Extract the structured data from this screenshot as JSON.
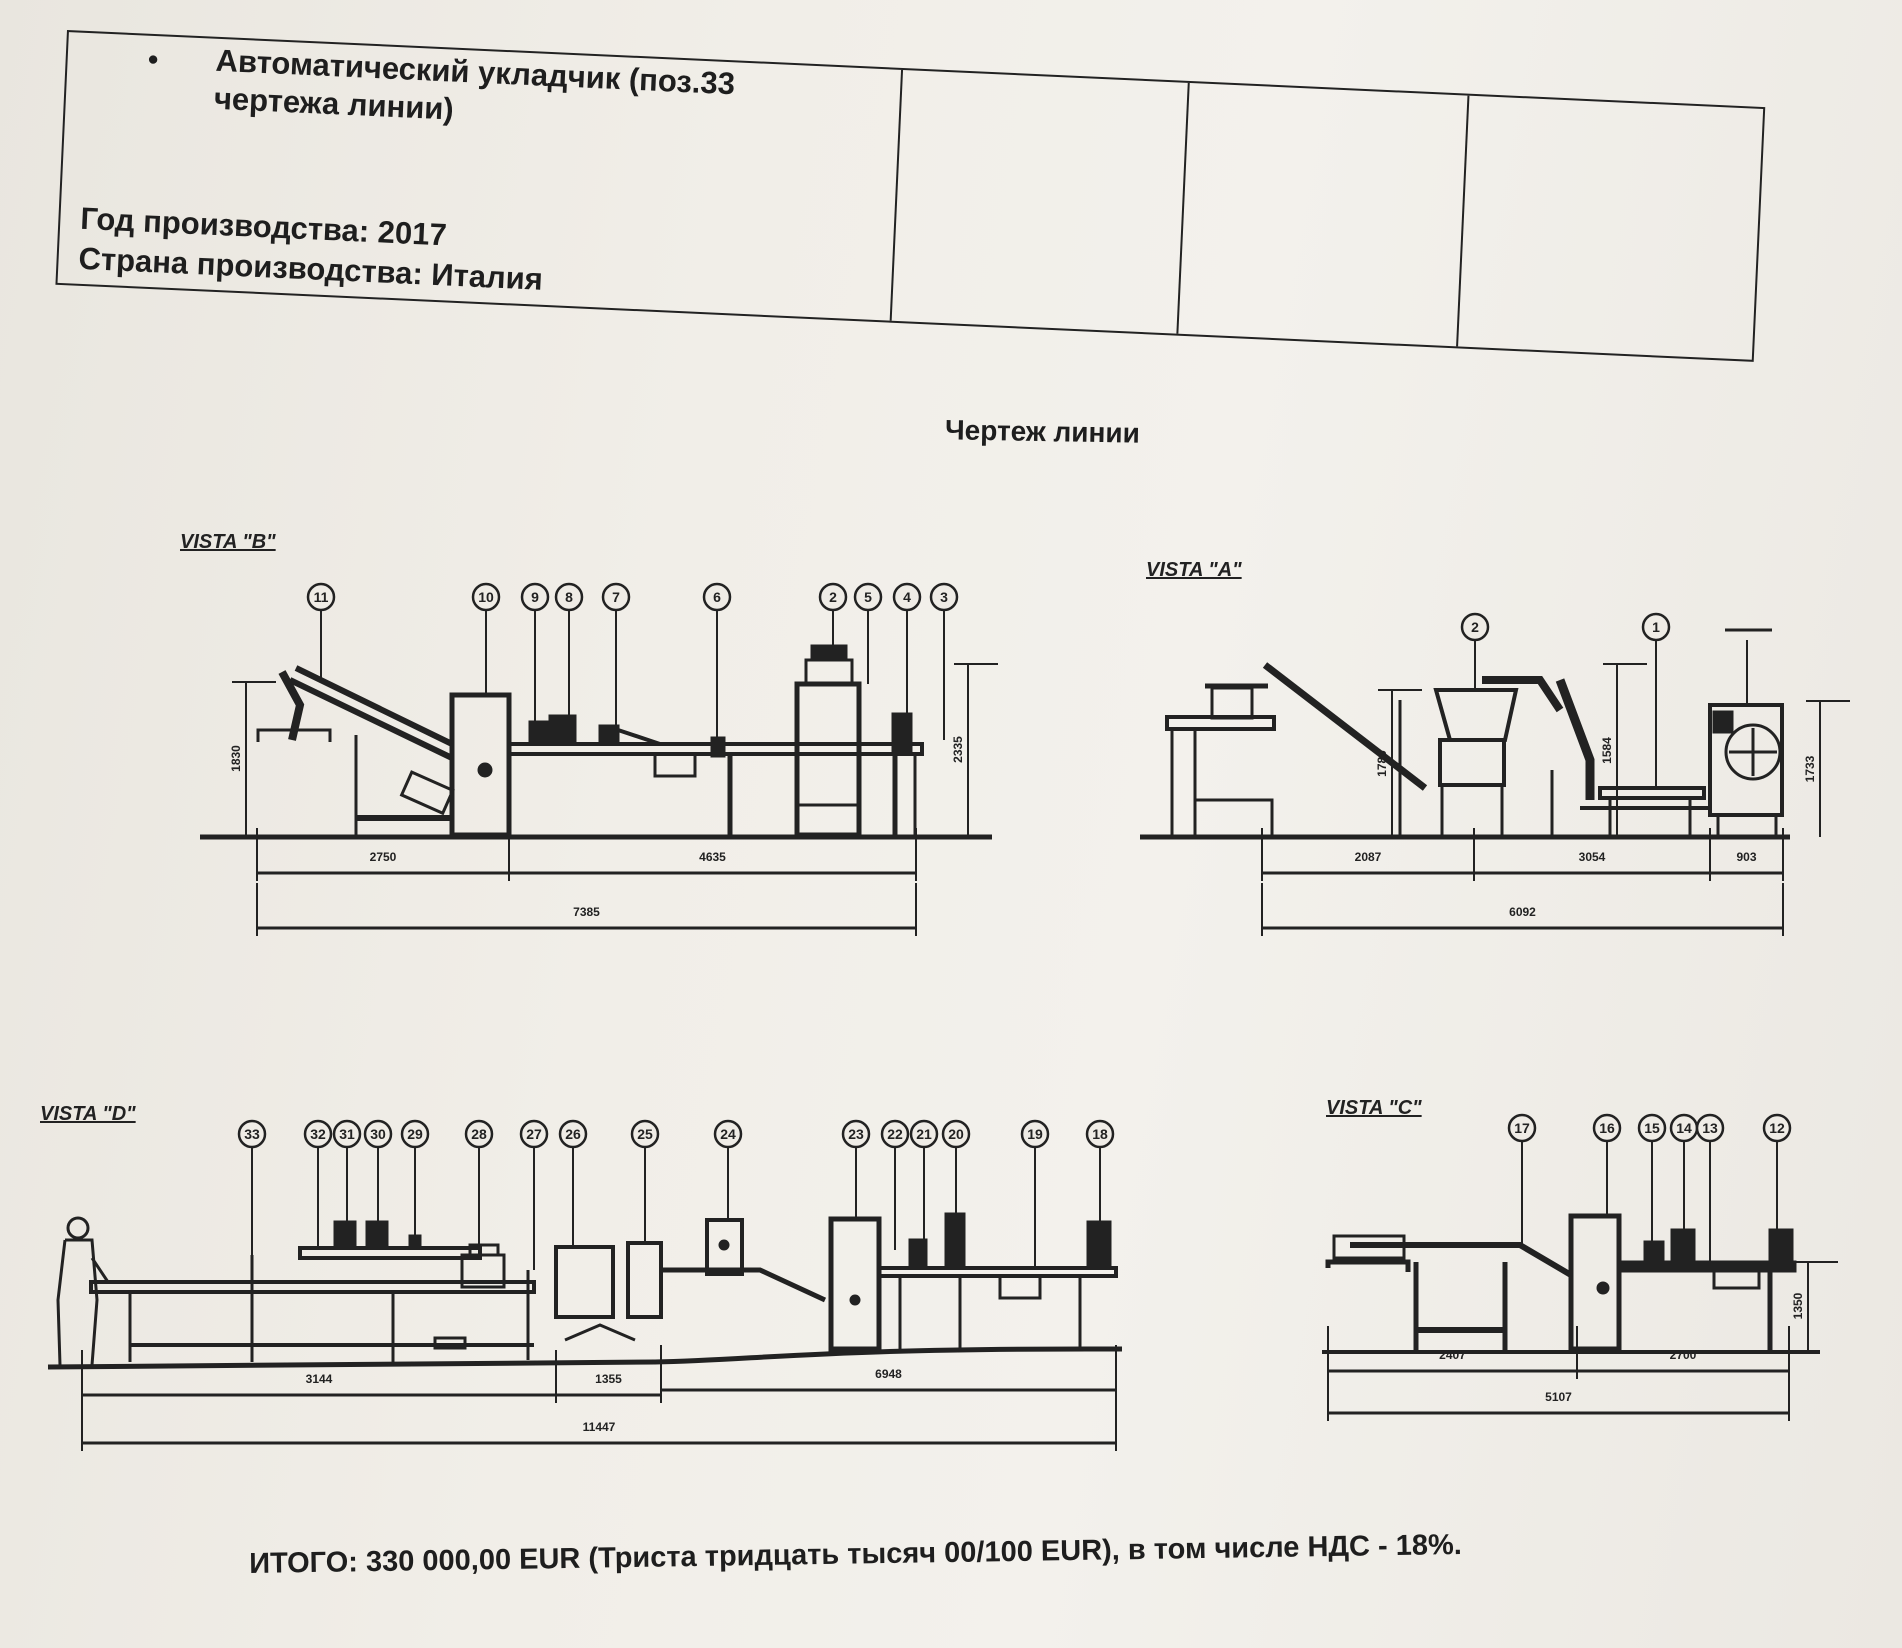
{
  "table": {
    "bullet": "•",
    "item_title_line1": "Автоматический укладчик (поз.33",
    "item_title_line2": "чертежа линии)",
    "year": "Год производства: 2017",
    "country": "Страна производства: Италия"
  },
  "drawing_title": "Чертеж линии",
  "views": {
    "b": {
      "label": "VISTA \"B\"",
      "callouts": [
        "11",
        "10",
        "9",
        "8",
        "7",
        "6",
        "2",
        "5",
        "4",
        "3"
      ],
      "dims": [
        "2750",
        "4635",
        "7385",
        "1830",
        "2335"
      ]
    },
    "a": {
      "label": "VISTA \"A\"",
      "callouts": [
        "2",
        "1"
      ],
      "dims": [
        "2087",
        "3054",
        "903",
        "6092",
        "1780",
        "1584",
        "1733"
      ]
    },
    "d": {
      "label": "VISTA \"D\"",
      "callouts": [
        "33",
        "32",
        "31",
        "30",
        "29",
        "28",
        "27",
        "26",
        "25",
        "24",
        "23",
        "22",
        "21",
        "20",
        "19",
        "18"
      ],
      "dims": [
        "3144",
        "1355",
        "6948",
        "11447"
      ]
    },
    "c": {
      "label": "VISTA \"C\"",
      "callouts": [
        "17",
        "16",
        "15",
        "14",
        "13",
        "12"
      ],
      "dims": [
        "2407",
        "2700",
        "5107",
        "1350"
      ]
    }
  },
  "total": "ИТОГО: 330 000,00 EUR (Триста тридцать тысяч 00/100 EUR), в том числе НДС - 18%."
}
